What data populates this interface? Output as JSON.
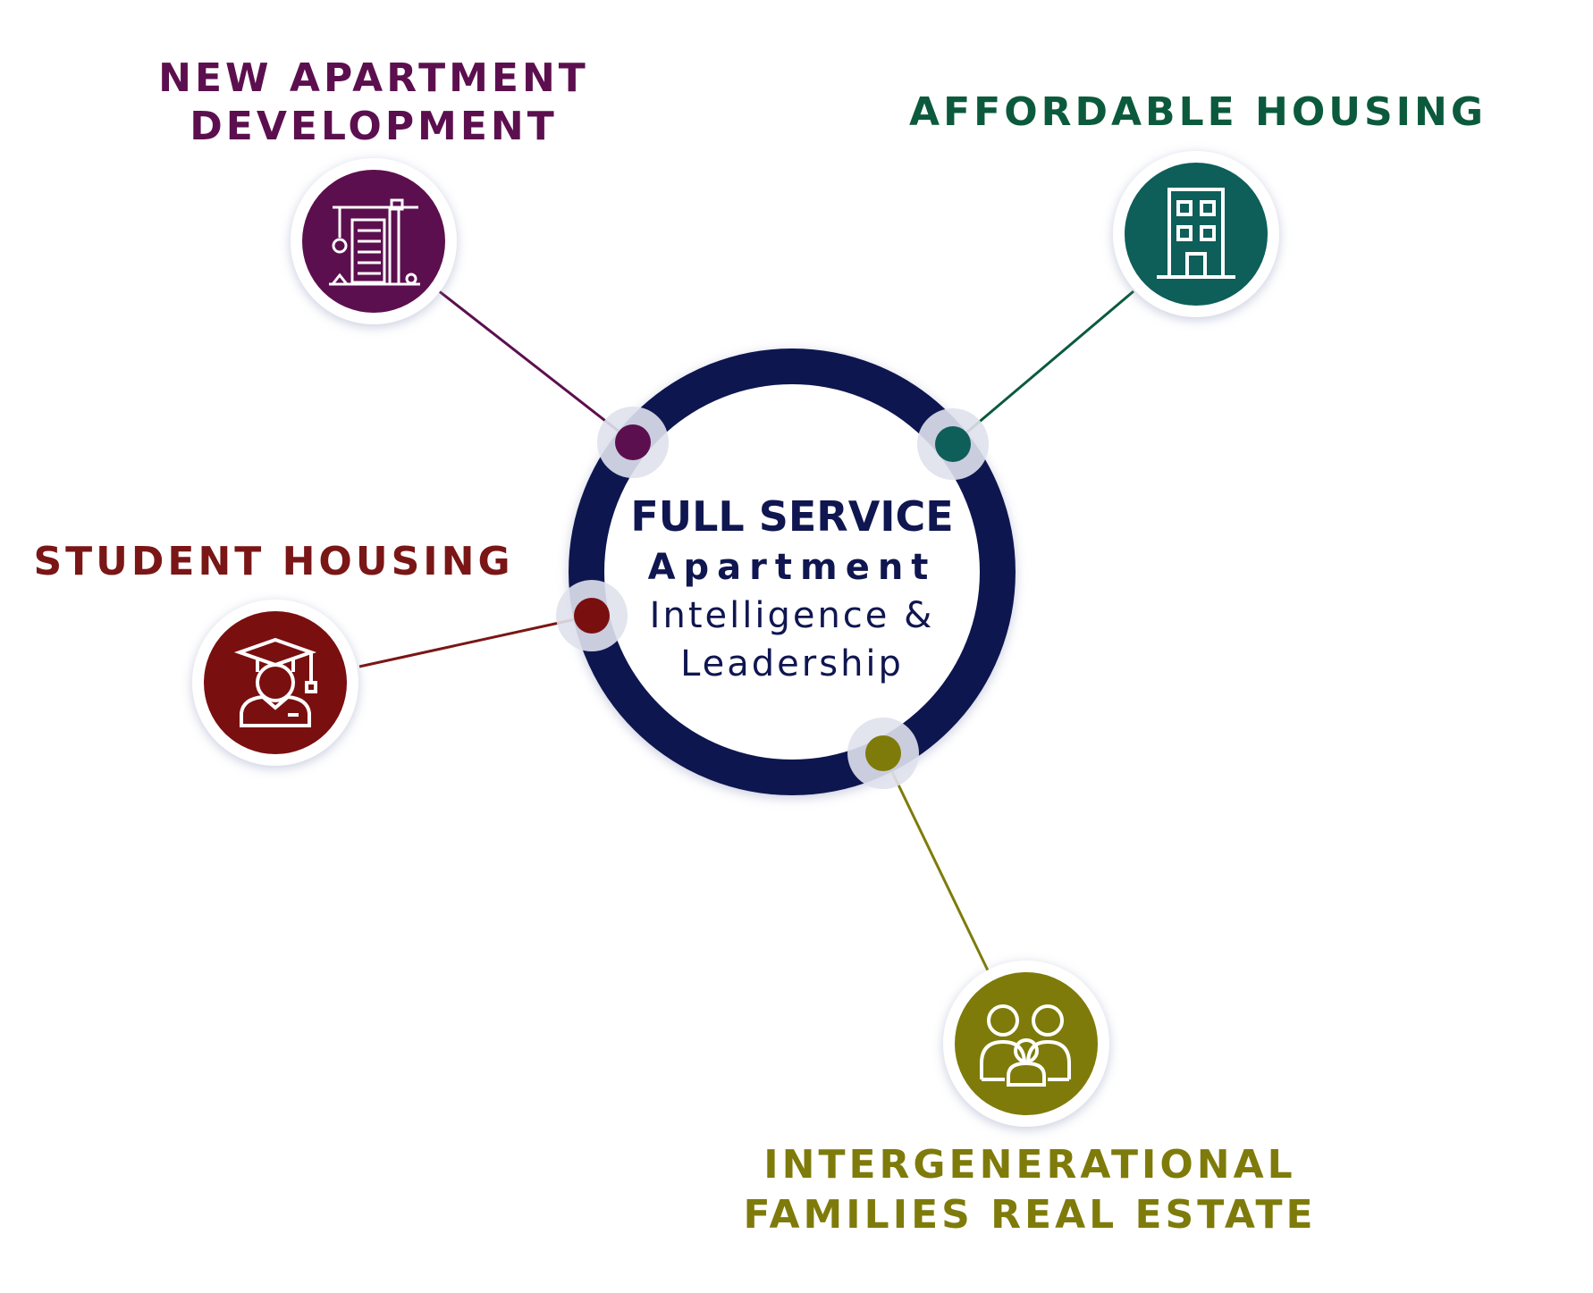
{
  "center": {
    "line1": "FULL SERVICE",
    "line2": "Apartment",
    "line3": "Intelligence &",
    "line4": "Leadership",
    "ring_color": "#0f1650"
  },
  "nodes": [
    {
      "id": "new-apartment",
      "title_line1": "NEW APARTMENT",
      "title_line2": "DEVELOPMENT",
      "color": "#5c0f4e",
      "icon": "construction-crane-icon"
    },
    {
      "id": "affordable",
      "title_line1": "AFFORDABLE HOUSING",
      "color": "#0b5a3d",
      "icon_color": "#0e5e5a",
      "icon": "apartment-building-icon"
    },
    {
      "id": "student",
      "title_line1": "STUDENT HOUSING",
      "color": "#7a1616",
      "icon": "graduate-icon"
    },
    {
      "id": "intergen",
      "title_line1": "INTERGENERATIONAL",
      "title_line2": "FAMILIES REAL ESTATE",
      "color": "#7e7b0a",
      "icon": "family-icon"
    }
  ]
}
